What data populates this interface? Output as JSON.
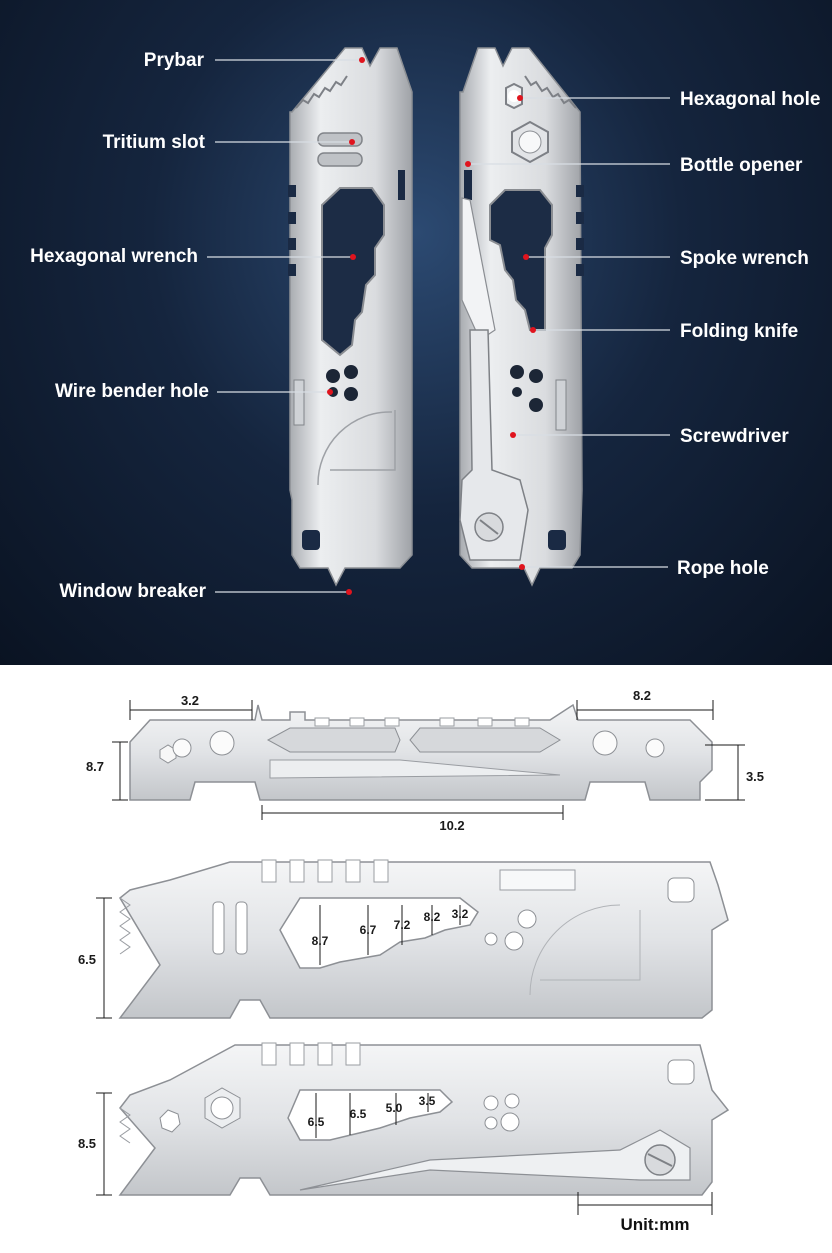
{
  "callouts_left": [
    {
      "id": "prybar",
      "label": "Prybar"
    },
    {
      "id": "tritium-slot",
      "label": "Tritium slot"
    },
    {
      "id": "hexagonal-wrench",
      "label": "Hexagonal wrench"
    },
    {
      "id": "wire-bender-hole",
      "label": "Wire bender hole"
    },
    {
      "id": "window-breaker",
      "label": "Window breaker"
    }
  ],
  "callouts_right": [
    {
      "id": "hexagonal-hole",
      "label": "Hexagonal hole"
    },
    {
      "id": "bottle-opener",
      "label": "Bottle opener"
    },
    {
      "id": "spoke-wrench",
      "label": "Spoke wrench"
    },
    {
      "id": "folding-knife",
      "label": "Folding knife"
    },
    {
      "id": "screwdriver",
      "label": "Screwdriver"
    },
    {
      "id": "rope-hole",
      "label": "Rope hole"
    }
  ],
  "dimensions": {
    "top_view": {
      "left_width": "3.2",
      "right_width": "8.2",
      "left_height": "8.7",
      "right_height": "3.5",
      "bottom_length": "10.2"
    },
    "side_view_1": {
      "height": "6.5",
      "wrench_sizes": [
        "8.7",
        "6.7",
        "7.2",
        "8.2",
        "3.2"
      ]
    },
    "side_view_2": {
      "height": "8.5",
      "spoke_sizes": [
        "6.5",
        "6.5",
        "5.0",
        "3.5"
      ]
    }
  },
  "unit_label": "Unit:mm",
  "colors": {
    "background_dark": "#0f1d33",
    "marker": "#e0141e",
    "leader": "#d8dde4",
    "steel": "#e4e5e7"
  }
}
